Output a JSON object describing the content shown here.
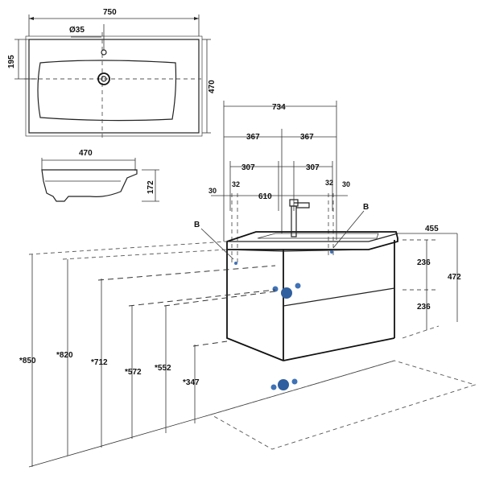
{
  "colors": {
    "lines": "#222222",
    "connectors": "#2f5f9e"
  },
  "top_view": {
    "width": "750",
    "depth": "470",
    "hole_offset": "195",
    "hole_diameter": "Ø35"
  },
  "side_view": {
    "depth": "470",
    "height": "172"
  },
  "front_view": {
    "overall_width": "734",
    "half_left": "367",
    "half_right": "367",
    "inner_left": "307",
    "inner_right": "307",
    "edge_left": "30",
    "offset_left": "32",
    "span": "610",
    "offset_right": "32",
    "edge_right": "30",
    "depth": "455",
    "drawer_top": "236",
    "drawer_bottom": "236",
    "cabinet_height": "472",
    "label_left": "B",
    "label_right": "B"
  },
  "heights": [
    "*850",
    "*820",
    "*712",
    "*572",
    "*552",
    "*347"
  ]
}
